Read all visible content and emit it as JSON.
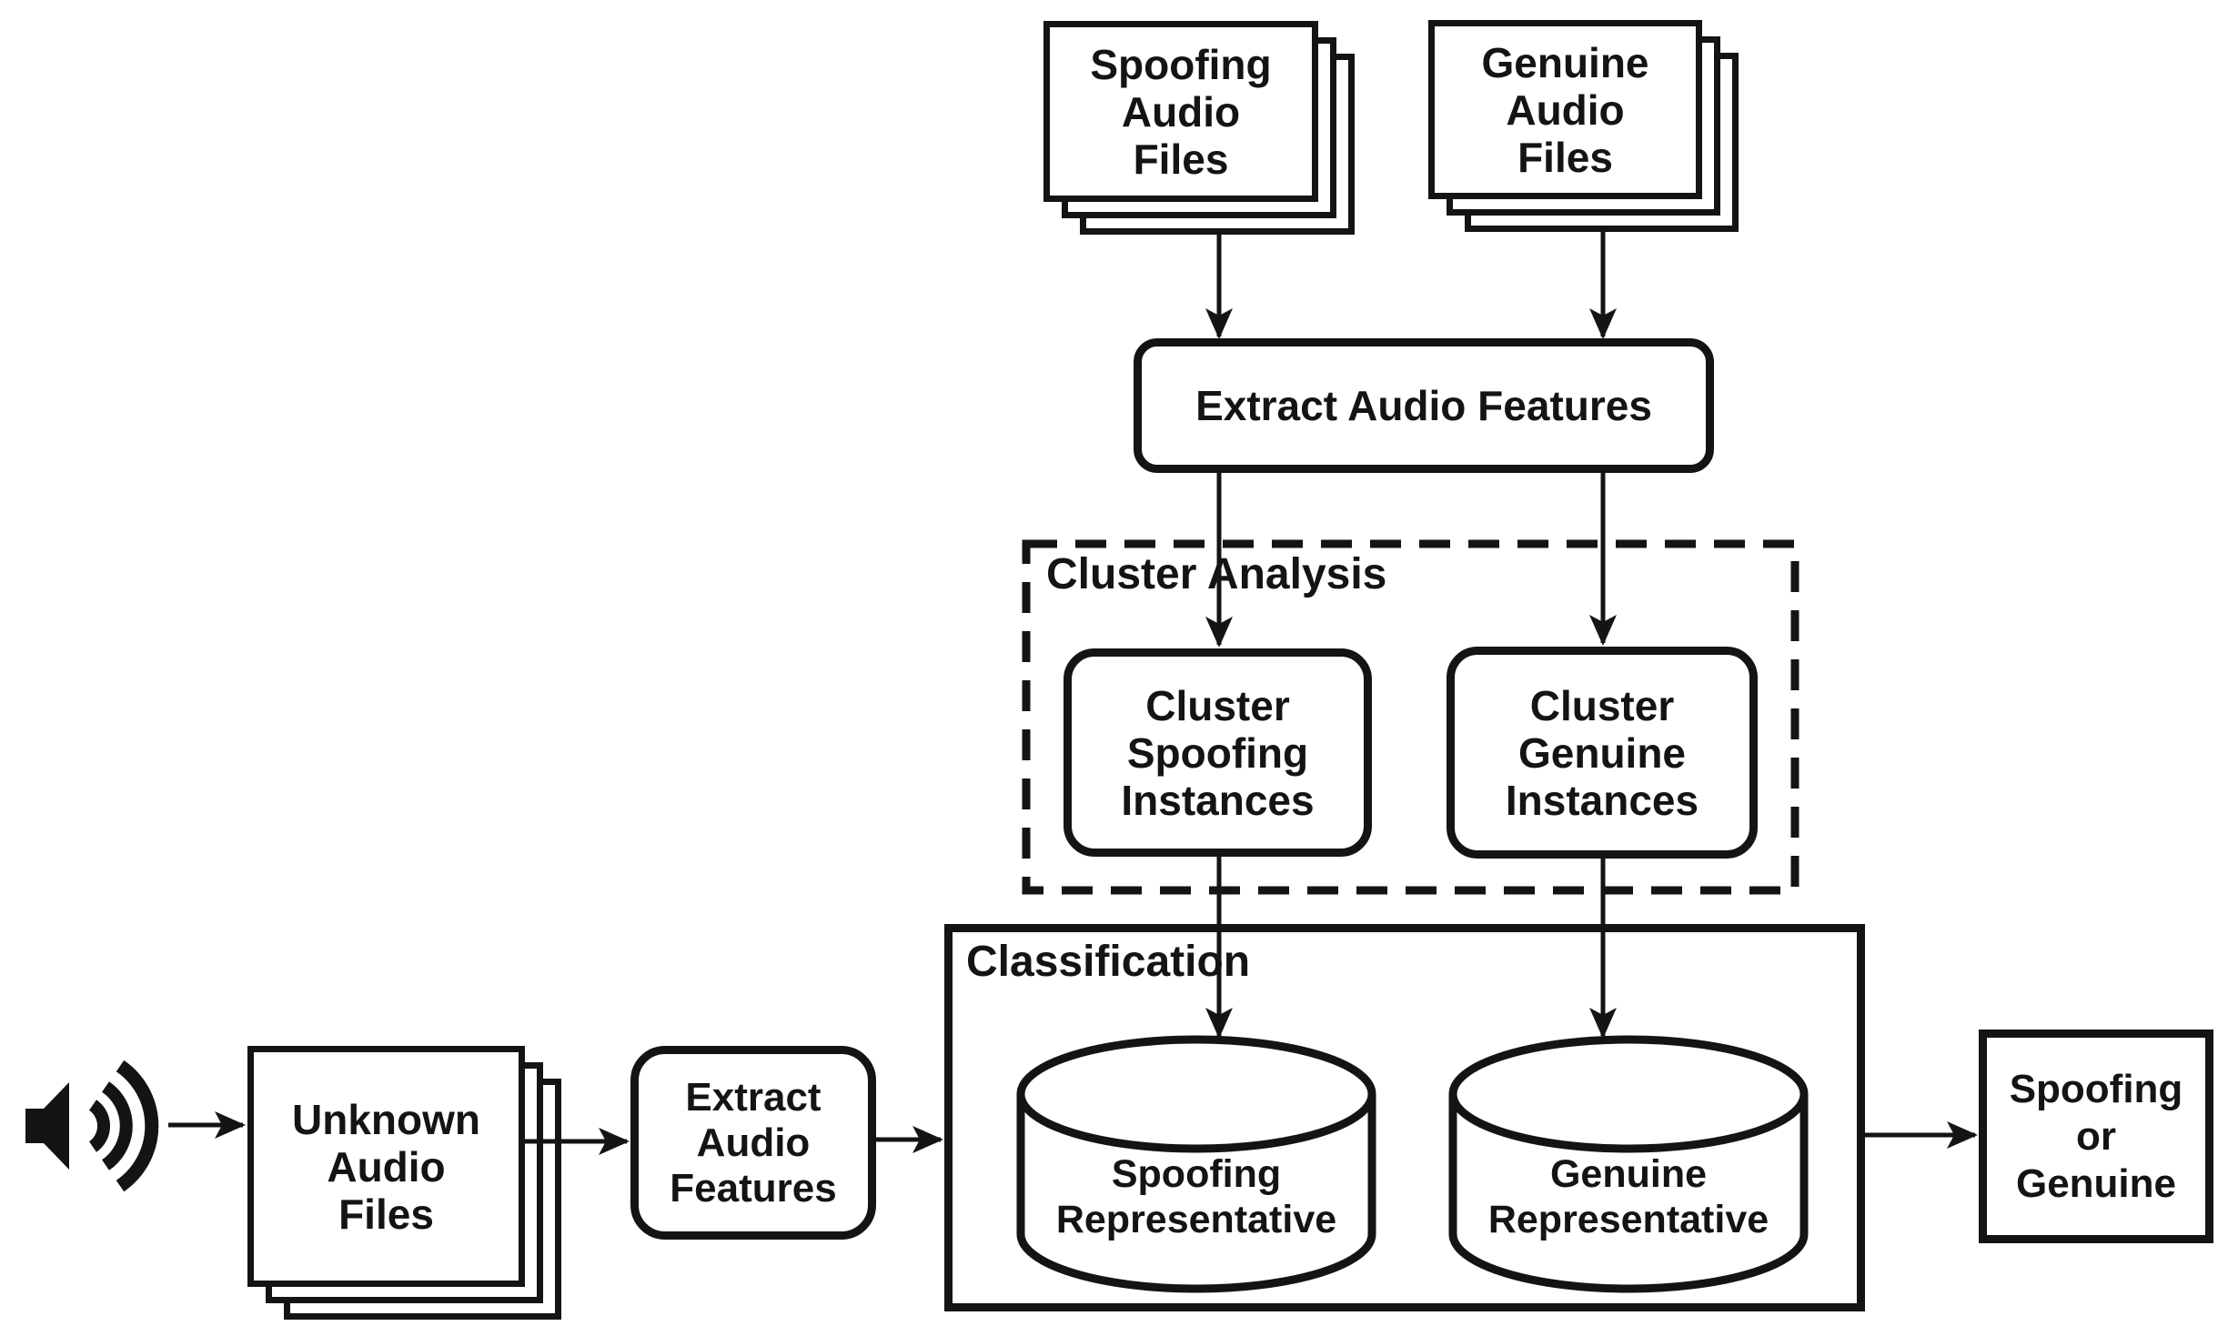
{
  "diagram": {
    "colors": {
      "ink": "#141414",
      "background": "#ffffff"
    },
    "icons": {
      "audio_input": "speaker-sound-waves-icon"
    },
    "training": {
      "spoofing_stack_label": "Spoofing\nAudio\nFiles",
      "genuine_stack_label": "Genuine\nAudio\nFiles",
      "extract_features_label": "Extract Audio Features"
    },
    "cluster_analysis": {
      "title": "Cluster Analysis",
      "spoofing_box_label": "Cluster\nSpoofing\nInstances",
      "genuine_box_label": "Cluster\nGenuine\nInstances"
    },
    "classification": {
      "title": "Classification",
      "spoofing_db_label": "Spoofing\nRepresentative",
      "genuine_db_label": "Genuine\nRepresentative"
    },
    "testing": {
      "unknown_stack_label": "Unknown\nAudio\nFiles",
      "extract_features_label": "Extract\nAudio\nFeatures",
      "output_label": "Spoofing\nor\nGenuine"
    }
  }
}
